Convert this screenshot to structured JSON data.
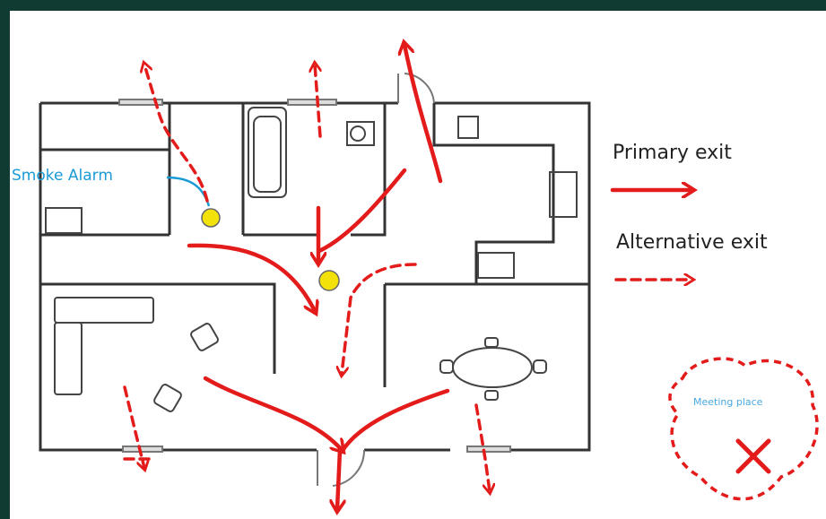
{
  "legend": {
    "primary_label": "Primary exit",
    "alternative_label": "Alternative exit"
  },
  "annotations": {
    "smoke_alarm_label": "Smoke Alarm",
    "meeting_place_label": "Meeting place"
  },
  "colors": {
    "wall": "#333333",
    "primary_exit": "#e31b1b",
    "smoke_label": "#1a9ad6",
    "smoke_alarm": "#f2e20a",
    "meeting_place_label": "#4aa8e0",
    "background_frame": "#0f3b33"
  }
}
